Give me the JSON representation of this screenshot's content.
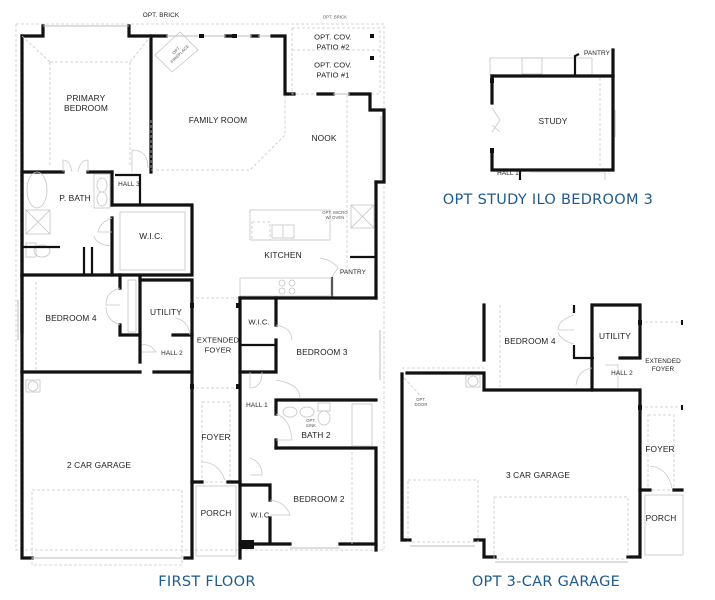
{
  "titles": {
    "first_floor": "FIRST FLOOR",
    "opt_study": "OPT STUDY ILO BEDROOM 3",
    "opt_garage": "OPT 3-CAR GARAGE"
  },
  "colors": {
    "title": "#1f5a8c",
    "wall": "#111111",
    "fixture": "#c4c4c4"
  },
  "first_floor": {
    "rooms": {
      "primary_bedroom": "PRIMARY\nBEDROOM",
      "family_room": "FAMILY ROOM",
      "nook": "NOOK",
      "opt_cov_patio_2": "OPT. COV.\nPATIO #2",
      "opt_cov_patio_1": "OPT. COV.\nPATIO #1",
      "p_bath": "P. BATH",
      "hall_3": "HALL 3",
      "wic_primary": "W.I.C.",
      "kitchen": "KITCHEN",
      "pantry": "PANTRY",
      "bedroom_4": "BEDROOM 4",
      "utility": "UTILITY",
      "extended_foyer": "EXTENDED\nFOYER",
      "hall_2": "HALL 2",
      "wic_bed3": "W.I.C.",
      "bedroom_3": "BEDROOM 3",
      "hall_1": "HALL 1",
      "bath_2": "BATH 2",
      "two_car_garage": "2 CAR GARAGE",
      "foyer": "FOYER",
      "porch": "PORCH",
      "wic_bed2": "W.I.C.",
      "bedroom_2": "BEDROOM 2"
    },
    "notes": {
      "opt_brick_left": "OPT. BRICK",
      "opt_brick_right": "OPT. BRICK",
      "opt_fireplace": "OPT.\nFIREPLACE",
      "opt_micro": "OPT. MICRO\nW/ OVEN",
      "opt_sink": "OPT.\nSINK"
    }
  },
  "opt_study": {
    "rooms": {
      "study": "STUDY",
      "pantry": "PANTRY",
      "hall_1": "HALL 1"
    }
  },
  "opt_garage": {
    "rooms": {
      "bedroom_4": "BEDROOM 4",
      "utility": "UTILITY",
      "hall_2": "HALL 2",
      "extended_foyer": "EXTENDED\nFOYER",
      "three_car_garage": "3 CAR GARAGE",
      "foyer": "FOYER",
      "porch": "PORCH"
    },
    "notes": {
      "opt_door": "OPT.\nDOOR"
    }
  }
}
